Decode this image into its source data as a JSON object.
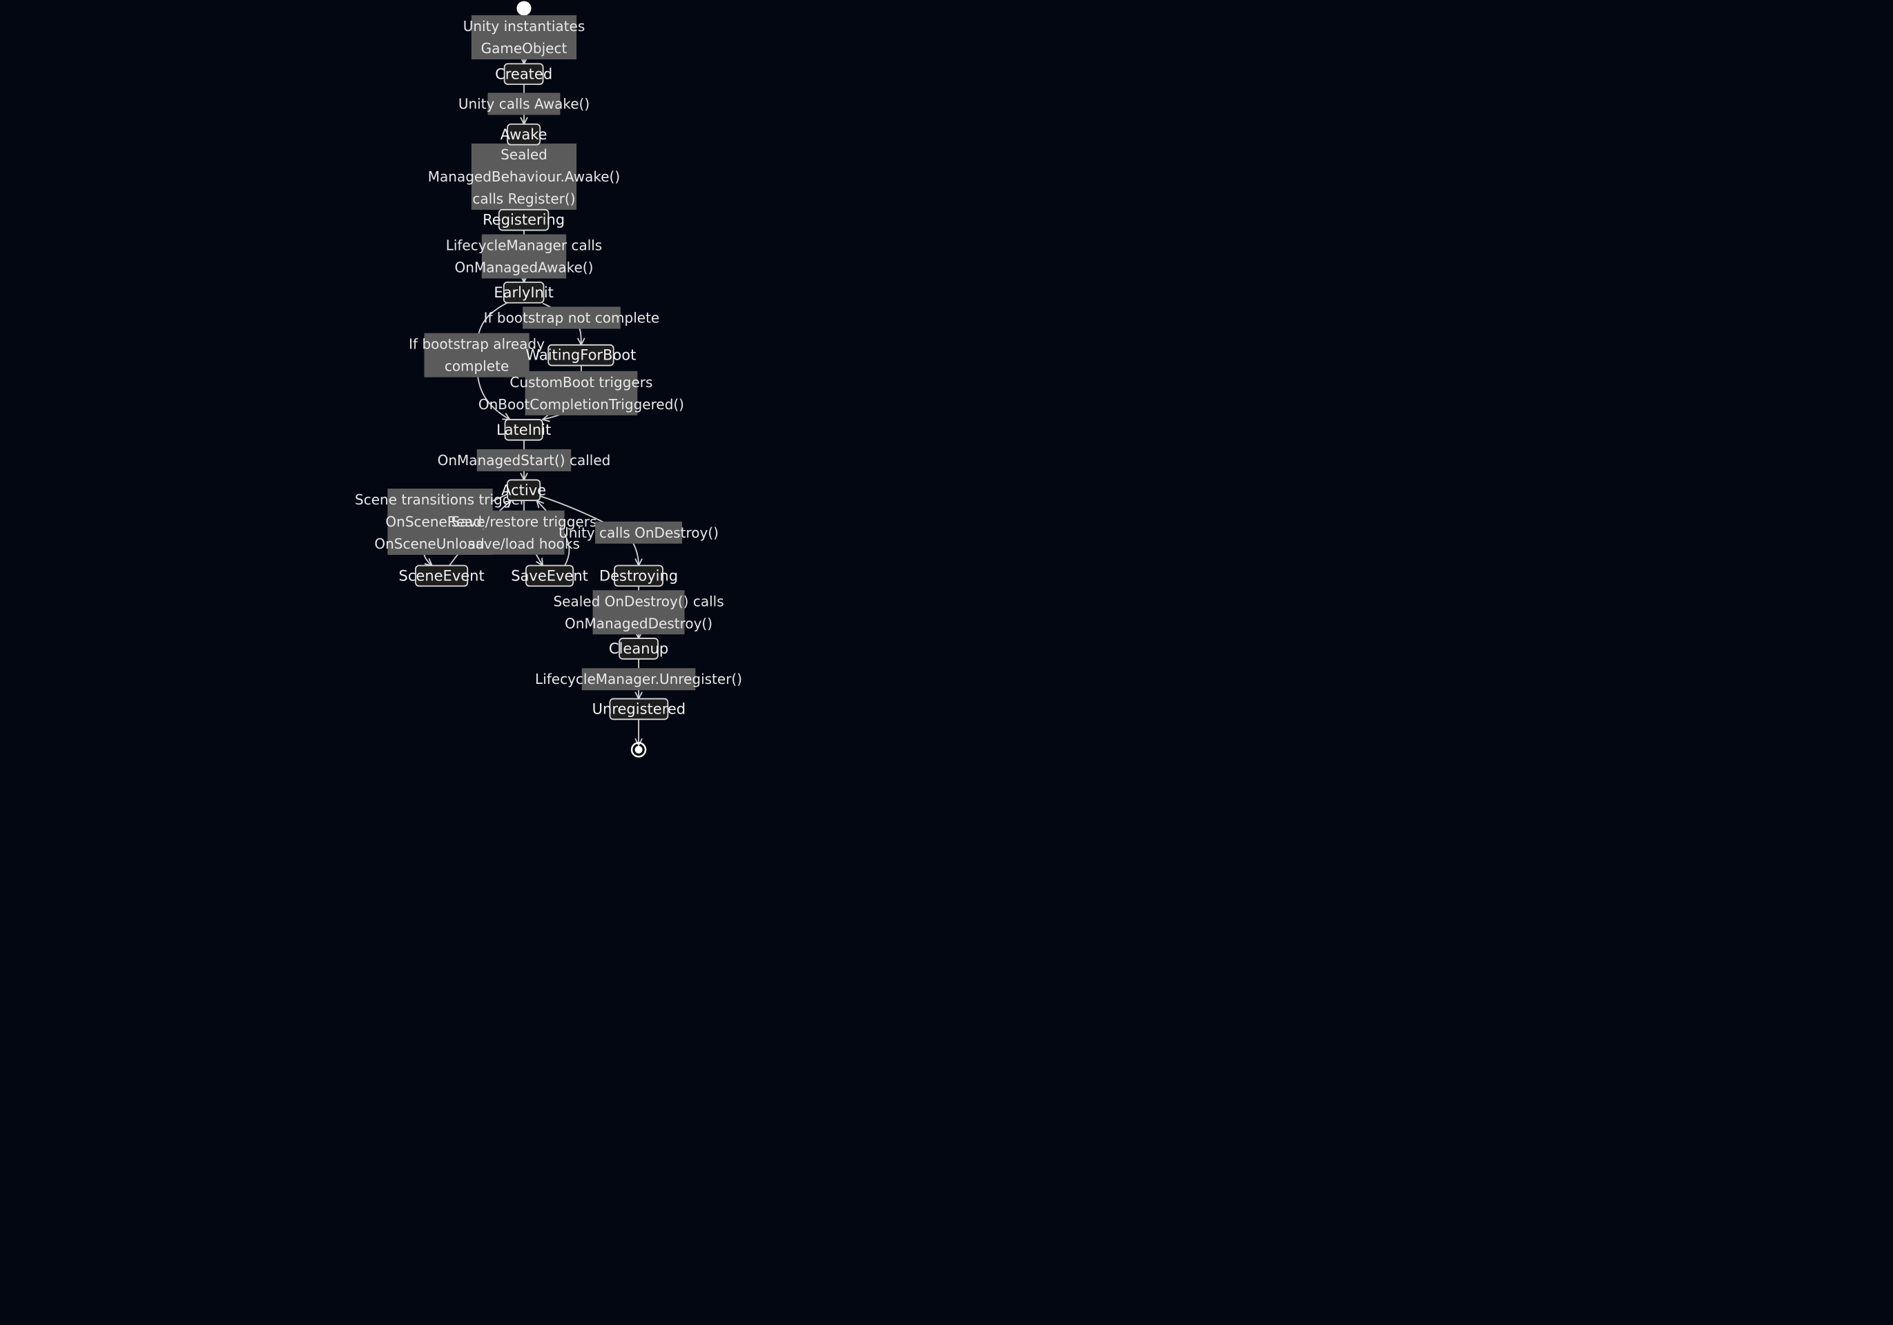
{
  "diagram": {
    "type": "state",
    "colors": {
      "background": "#030712",
      "node_fill": "#1e1e1e",
      "node_stroke": "#d9d9d9",
      "label_fill": "#5b5b5b",
      "edge": "#d4d4d4"
    },
    "states": [
      {
        "id": "Created",
        "label": "Created"
      },
      {
        "id": "Awake",
        "label": "Awake"
      },
      {
        "id": "Registering",
        "label": "Registering"
      },
      {
        "id": "EarlyInit",
        "label": "EarlyInit"
      },
      {
        "id": "WaitingForBoot",
        "label": "WaitingForBoot"
      },
      {
        "id": "LateInit",
        "label": "LateInit"
      },
      {
        "id": "Active",
        "label": "Active"
      },
      {
        "id": "SceneEvent",
        "label": "SceneEvent"
      },
      {
        "id": "SaveEvent",
        "label": "SaveEvent"
      },
      {
        "id": "Destroying",
        "label": "Destroying"
      },
      {
        "id": "Cleanup",
        "label": "Cleanup"
      },
      {
        "id": "Unregistered",
        "label": "Unregistered"
      }
    ],
    "transitions": [
      {
        "id": "t0",
        "from": "start",
        "to": "Created",
        "lines": [
          "Unity instantiates",
          "GameObject"
        ]
      },
      {
        "id": "t1",
        "from": "Created",
        "to": "Awake",
        "lines": [
          "Unity calls Awake()"
        ]
      },
      {
        "id": "t2",
        "from": "Awake",
        "to": "Registering",
        "lines": [
          "Sealed",
          "ManagedBehaviour.Awake()",
          "calls Register()"
        ]
      },
      {
        "id": "t3",
        "from": "Registering",
        "to": "EarlyInit",
        "lines": [
          "LifecycleManager calls",
          "OnManagedAwake()"
        ]
      },
      {
        "id": "t4",
        "from": "EarlyInit",
        "to": "WaitingForBoot",
        "lines": [
          "If bootstrap not complete"
        ]
      },
      {
        "id": "t5",
        "from": "EarlyInit",
        "to": "LateInit",
        "lines": [
          "If bootstrap already",
          "complete"
        ]
      },
      {
        "id": "t6",
        "from": "WaitingForBoot",
        "to": "LateInit",
        "lines": [
          "CustomBoot triggers",
          "OnBootCompletionTriggered()"
        ]
      },
      {
        "id": "t7",
        "from": "LateInit",
        "to": "Active",
        "lines": [
          "OnManagedStart() called"
        ]
      },
      {
        "id": "t8",
        "from": "Active",
        "to": "SceneEvent",
        "lines": [
          "Scene transitions trigger",
          "OnSceneReady/",
          "OnSceneUnloading"
        ]
      },
      {
        "id": "t9",
        "from": "SceneEvent",
        "to": "Active",
        "lines": []
      },
      {
        "id": "t10",
        "from": "Active",
        "to": "SaveEvent",
        "lines": [
          "Save/restore triggers",
          "save/load hooks"
        ]
      },
      {
        "id": "t11",
        "from": "SaveEvent",
        "to": "Active",
        "lines": []
      },
      {
        "id": "t12",
        "from": "Active",
        "to": "Destroying",
        "lines": [
          "Unity calls OnDestroy()"
        ]
      },
      {
        "id": "t13",
        "from": "Destroying",
        "to": "Cleanup",
        "lines": [
          "Sealed OnDestroy() calls",
          "OnManagedDestroy()"
        ]
      },
      {
        "id": "t14",
        "from": "Cleanup",
        "to": "Unregistered",
        "lines": [
          "LifecycleManager.Unregister()"
        ]
      },
      {
        "id": "t15",
        "from": "Unregistered",
        "to": "end",
        "lines": []
      }
    ]
  }
}
